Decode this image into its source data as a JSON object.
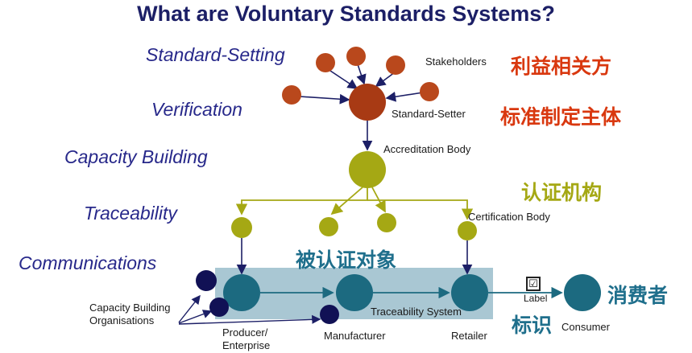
{
  "title": "What are Voluntary Standards Systems?",
  "steps": [
    "Standard-Setting",
    "Verification",
    "Capacity Building",
    "Traceability",
    "Communications"
  ],
  "labels": {
    "stakeholders": "Stakeholders",
    "standard_setter": "Standard-Setter",
    "accreditation_body": "Accreditation Body",
    "certification_body": "Certification Body",
    "traceability_system": "Traceability System",
    "label": "Label",
    "consumer": "Consumer",
    "capacity_building_orgs": "Capacity Building\nOrganisations",
    "producer": "Producer/\nEnterprise",
    "manufacturer": "Manufacturer",
    "retailer": "Retailer"
  },
  "chinese_labels": {
    "stakeholders": "利益相关方",
    "standard_setter": "标准制定主体",
    "certification": "认证机构",
    "certified_objects": "被认证对象",
    "label": "标识",
    "consumer": "消费者"
  },
  "checkbox_glyph": "☑",
  "colors": {
    "title": "#1c1f66",
    "steps": "#27288a",
    "stakeholder_node": "#b9481c",
    "standard_setter_node": "#a83a14",
    "olive_node": "#a5a814",
    "supply_chain_node": "#1c6a80",
    "dark_node": "#111155",
    "traceability_band": "#a9c7d3",
    "cn_red": "#d9380f",
    "cn_olive": "#a5a814",
    "cn_teal": "#1f6f8c"
  }
}
